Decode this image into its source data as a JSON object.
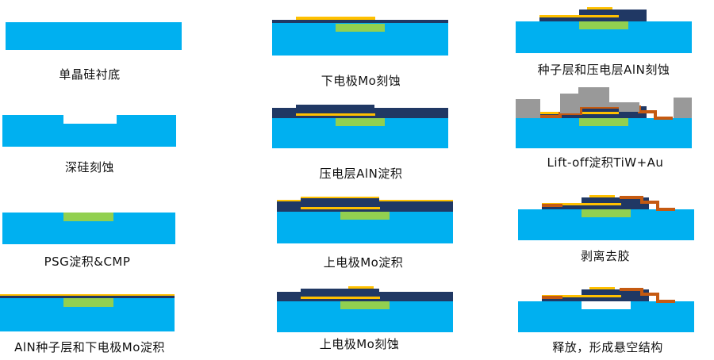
{
  "colors": {
    "silicon": "#00b0f0",
    "psg": "#92d050",
    "mo": "#ffc000",
    "aln": "#203864",
    "photoresist": "#999999",
    "tiw_au": "#c55a11",
    "cavity": "#ffffff"
  },
  "steps": [
    {
      "label": "单晶硅衬底"
    },
    {
      "label": "深硅刻蚀"
    },
    {
      "label": "PSG淀积&CMP"
    },
    {
      "label": "AlN种子层和下电极Mo淀积"
    },
    {
      "label": "下电极Mo刻蚀"
    },
    {
      "label": "压电层AlN淀积"
    },
    {
      "label": "上电极Mo淀积"
    },
    {
      "label": "上电极Mo刻蚀"
    },
    {
      "label": "种子层和压电层AlN刻蚀"
    },
    {
      "label": "Lift-off淀积TiW+Au"
    },
    {
      "label": "剥离去胶"
    },
    {
      "label": "释放，形成悬空结构"
    }
  ]
}
